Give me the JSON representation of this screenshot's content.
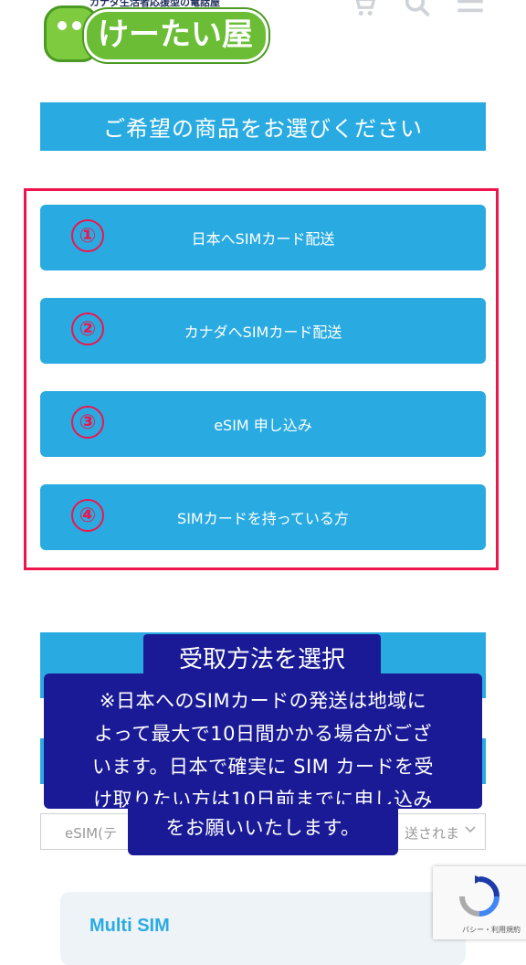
{
  "header": {
    "logo_tagline": "カナダ生活者応援型の電話屋",
    "logo_text": "けーたい屋"
  },
  "section_title": "ご希望の商品をお選びください",
  "options": [
    {
      "number": "①",
      "label": "日本へSIMカード配送"
    },
    {
      "number": "②",
      "label": "カナダへSIMカード配送"
    },
    {
      "number": "③",
      "label": "eSIM 申し込み"
    },
    {
      "number": "④",
      "label": "SIMカードを持っている方"
    }
  ],
  "select": {
    "left_text": "eSIM(テ",
    "right_text": "送されま"
  },
  "overlay": {
    "title": "受取方法を選択",
    "lines": [
      "※日本へのSIMカードの発送は地域に",
      "よって最大で10日間かかる場合がござ",
      "います。日本で確実に SIM カードを受",
      "け取りたい方は10日前までに申し込み"
    ],
    "tail": "をお願いいたします。"
  },
  "product": {
    "name": "Multi SIM"
  },
  "recaptcha": {
    "text": "バシー・利用規約"
  },
  "colors": {
    "accent": "#29abe2",
    "highlight": "#f0144c",
    "overlay": "#1a1a96"
  }
}
